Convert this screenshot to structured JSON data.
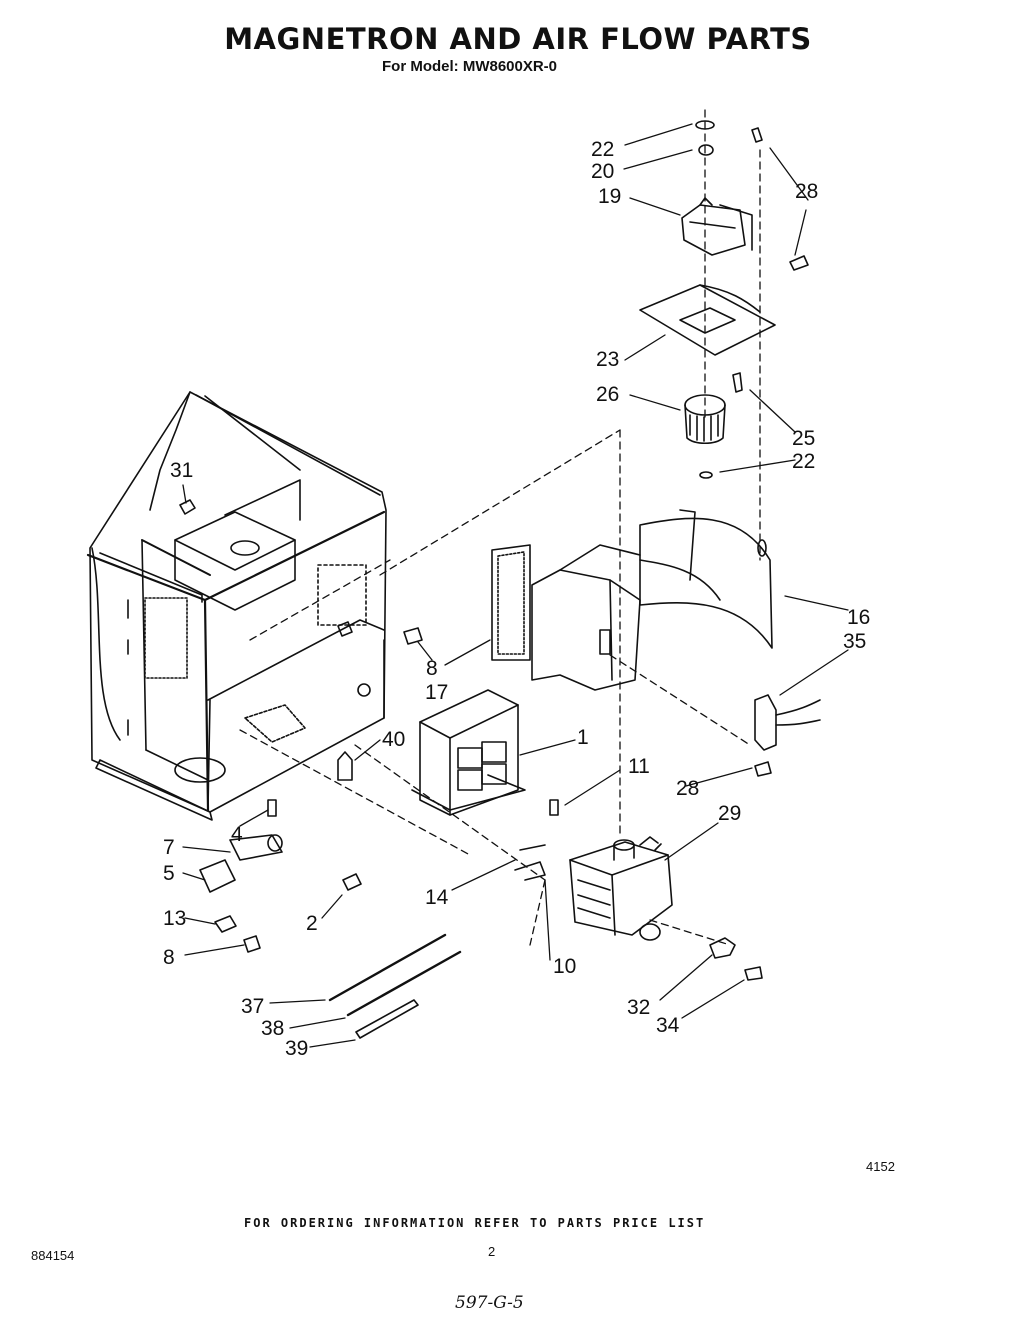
{
  "header": {
    "title": "MAGNETRON AND AIR FLOW PARTS",
    "subtitle": "For Model: MW8600XR-0"
  },
  "callouts": {
    "c22a": "22",
    "c20": "20",
    "c19": "19",
    "c28a": "28",
    "c23": "23",
    "c26": "26",
    "c25": "25",
    "c22b": "22",
    "c31": "31",
    "c16": "16",
    "c35": "35",
    "c8a": "8",
    "c17": "17",
    "c40": "40",
    "c1": "1",
    "c11": "11",
    "c4": "4",
    "c28b": "28",
    "c29": "29",
    "c7": "7",
    "c5": "5",
    "c14": "14",
    "c13": "13",
    "c2": "2",
    "c10": "10",
    "c8b": "8",
    "c32": "32",
    "c34": "34",
    "c37": "37",
    "c38": "38",
    "c39": "39"
  },
  "footer": {
    "figure_number": "4152",
    "ordering_note": "FOR ORDERING INFORMATION REFER TO PARTS PRICE LIST",
    "doc_number": "884154",
    "page_number": "2",
    "handwritten": "597-G-5"
  }
}
